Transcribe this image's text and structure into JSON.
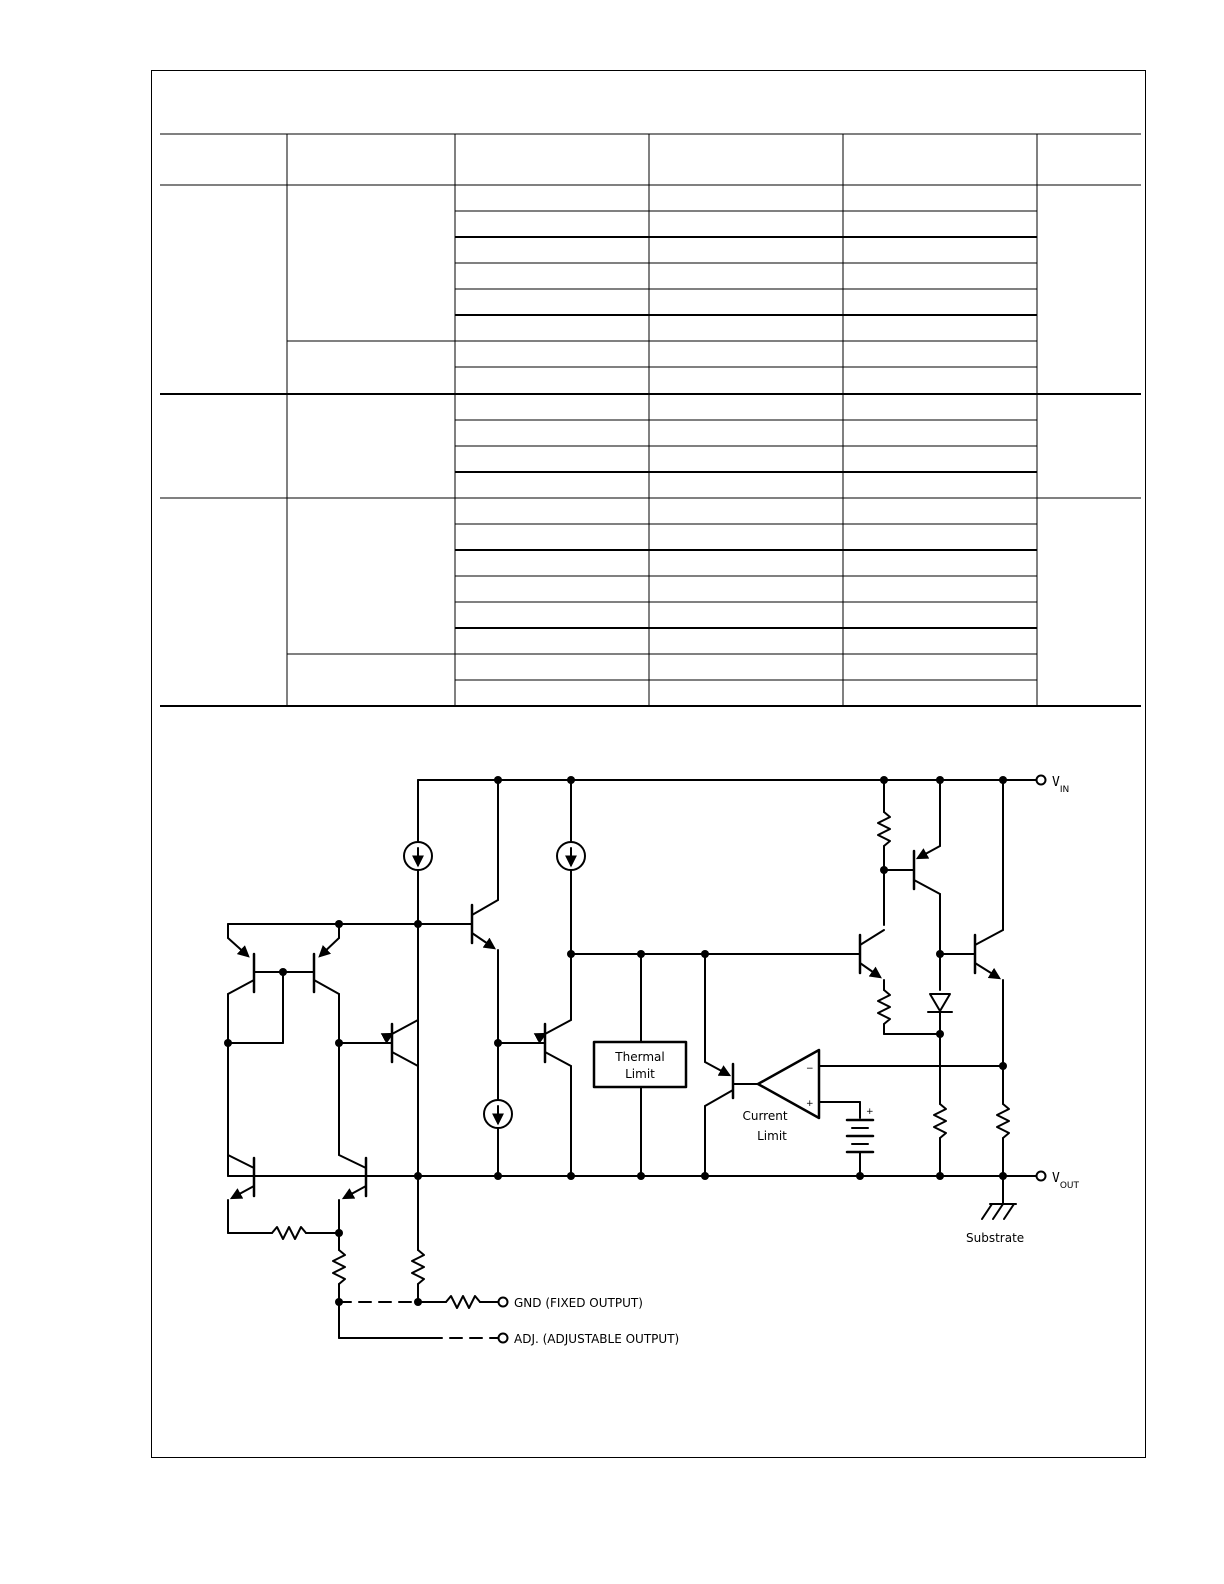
{
  "labels": {
    "vin_main": "V",
    "vin_sub": "IN",
    "vout_main": "V",
    "vout_sub": "OUT",
    "substrate": "Substrate",
    "thermal_line1": "Thermal",
    "thermal_line2": "Limit",
    "current_line1": "Current",
    "current_line2": "Limit",
    "gnd": "GND (FIXED OUTPUT)",
    "adj": "ADJ. (ADJUSTABLE OUTPUT)",
    "opamp_minus": "−",
    "opamp_plus": "+",
    "battery_plus": "+"
  },
  "colors": {
    "ink": "#000000",
    "paper": "#ffffff"
  }
}
